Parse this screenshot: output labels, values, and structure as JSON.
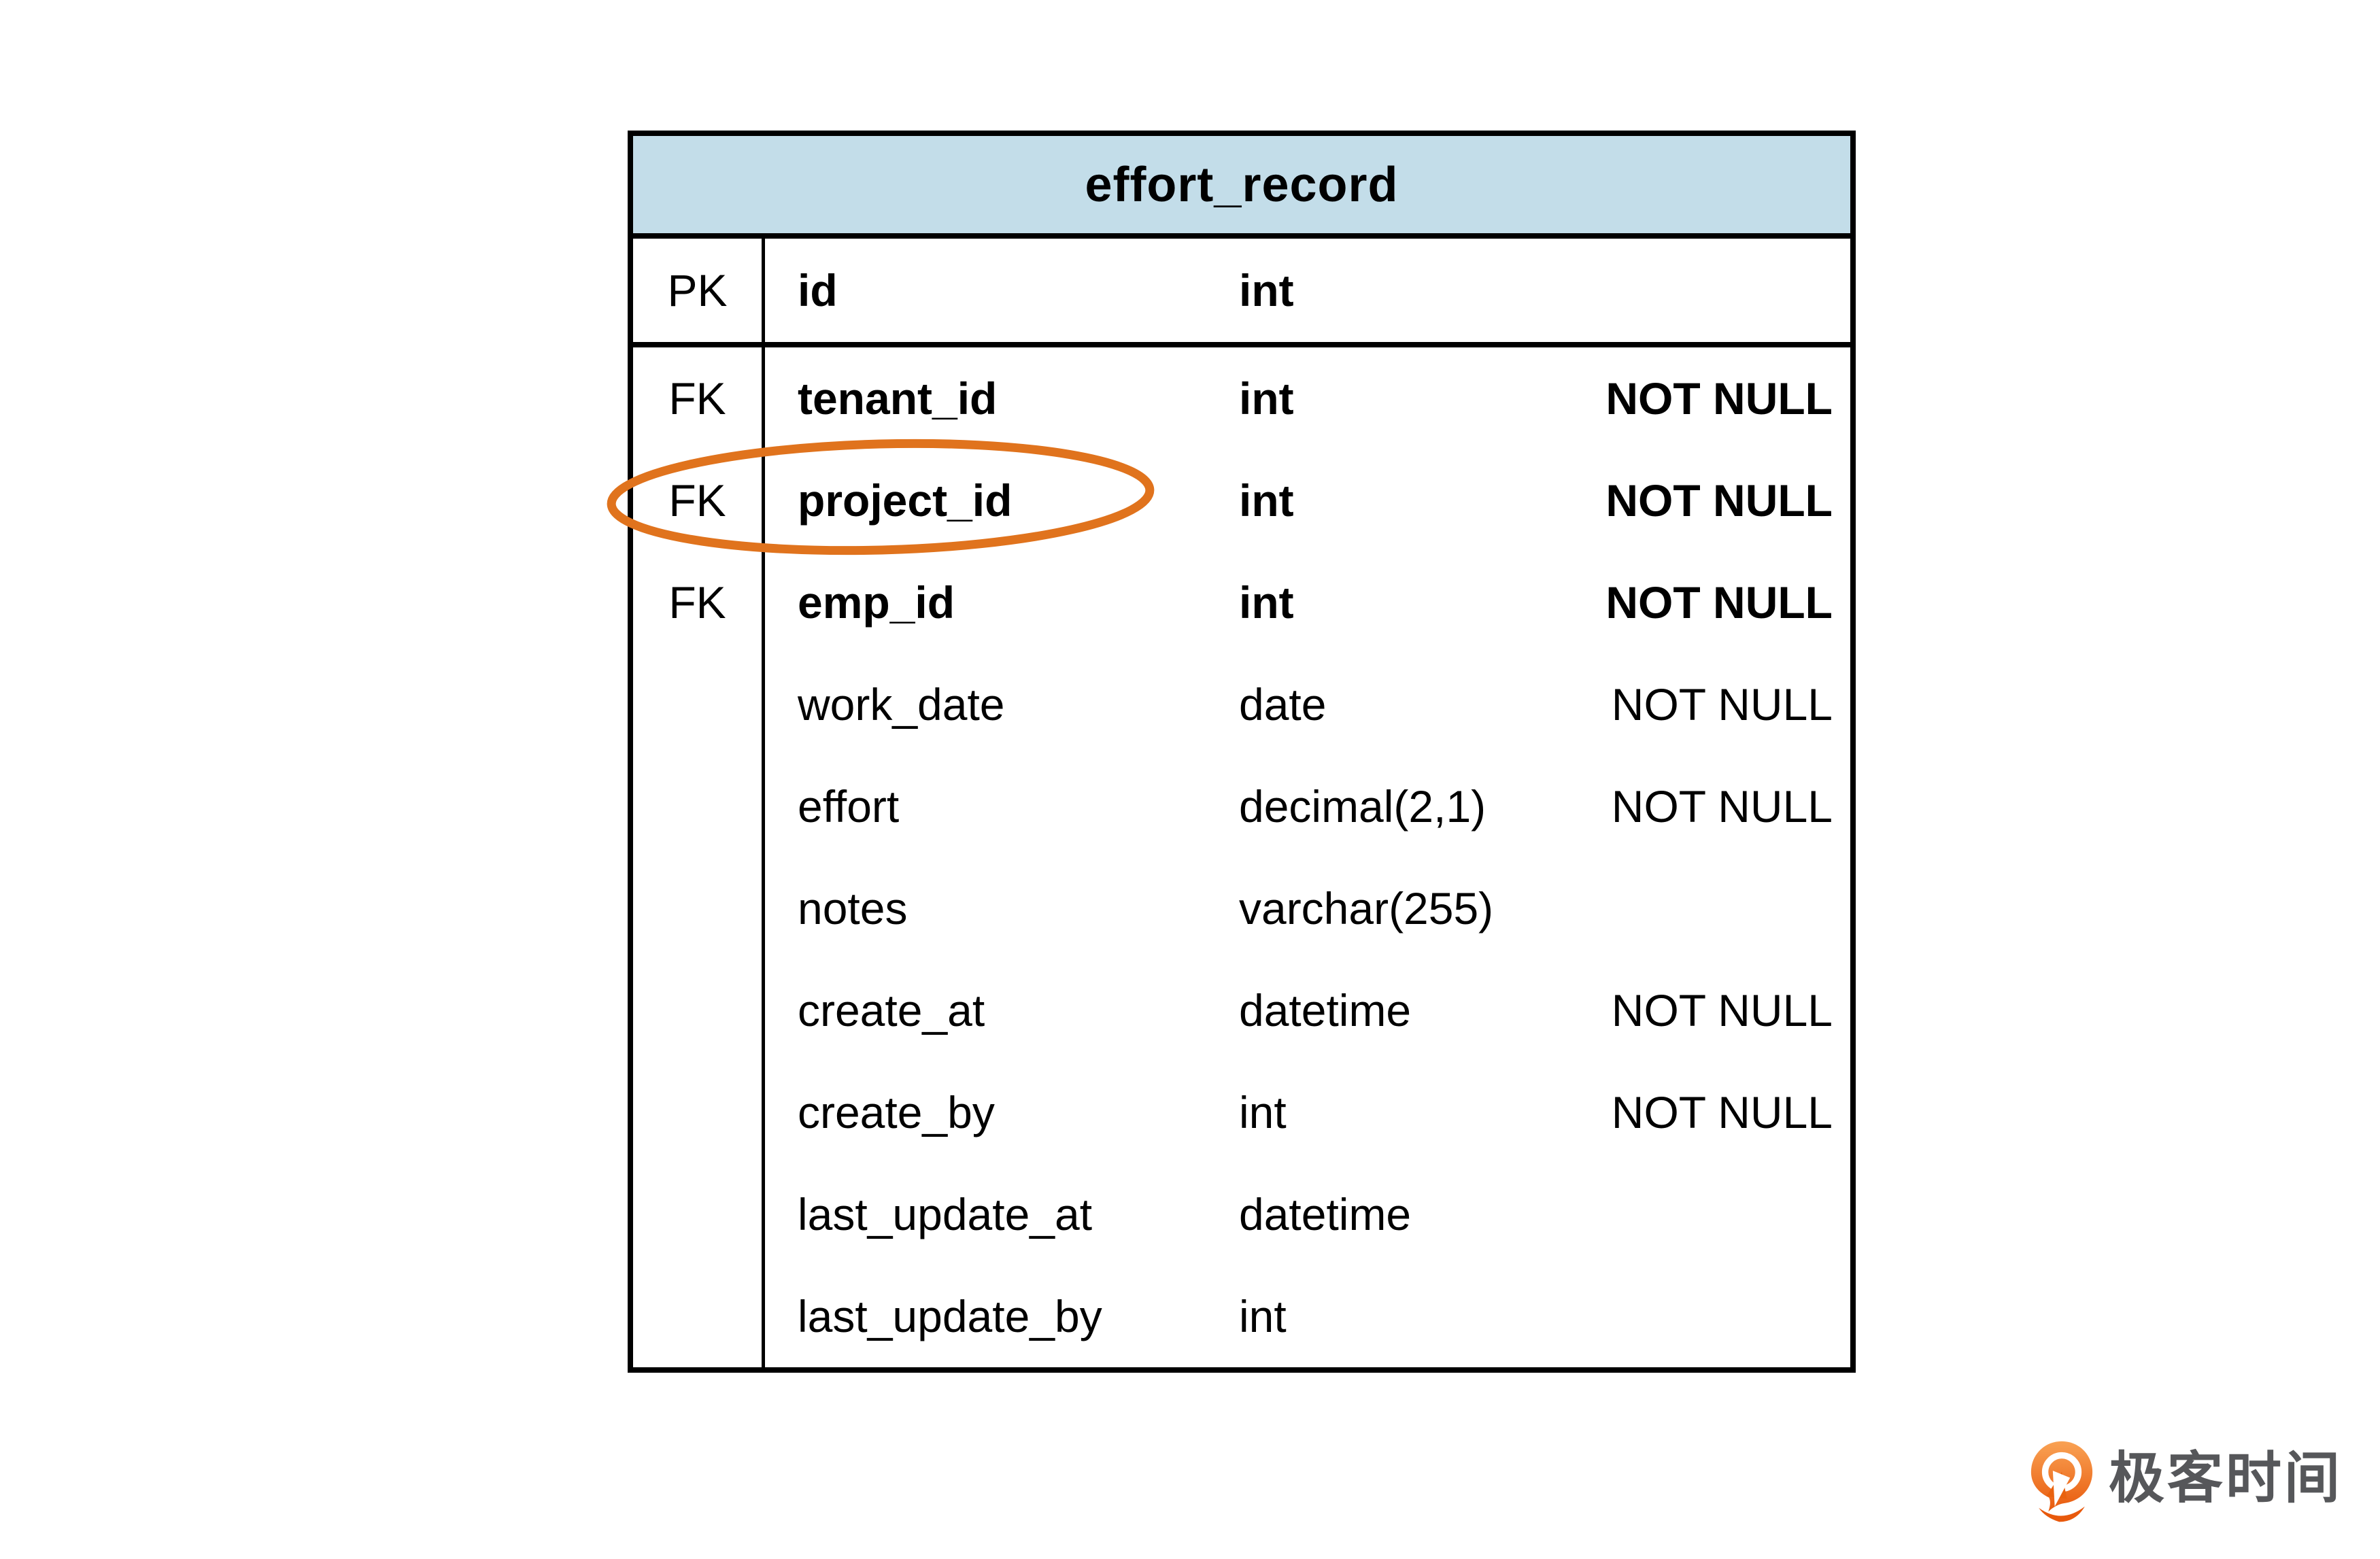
{
  "table": {
    "title": "effort_record",
    "rows": [
      {
        "key": "PK",
        "name": "id",
        "type": "int",
        "constraint": ""
      },
      {
        "key": "FK",
        "name": "tenant_id",
        "type": "int",
        "constraint": "NOT NULL"
      },
      {
        "key": "FK",
        "name": "project_id",
        "type": "int",
        "constraint": "NOT NULL"
      },
      {
        "key": "FK",
        "name": "emp_id",
        "type": "int",
        "constraint": "NOT NULL"
      },
      {
        "key": "",
        "name": "work_date",
        "type": "date",
        "constraint": "NOT NULL"
      },
      {
        "key": "",
        "name": "effort",
        "type": "decimal(2,1)",
        "constraint": "NOT NULL"
      },
      {
        "key": "",
        "name": "notes",
        "type": "varchar(255)",
        "constraint": ""
      },
      {
        "key": "",
        "name": "create_at",
        "type": "datetime",
        "constraint": "NOT NULL"
      },
      {
        "key": "",
        "name": "create_by",
        "type": "int",
        "constraint": "NOT NULL"
      },
      {
        "key": "",
        "name": "last_update_at",
        "type": "datetime",
        "constraint": ""
      },
      {
        "key": "",
        "name": "last_update_by",
        "type": "int",
        "constraint": ""
      }
    ]
  },
  "annotation": {
    "shape": "ellipse",
    "target": "project_id row",
    "color": "#e0731d"
  },
  "colors": {
    "header_bg": "#c3dde9",
    "border": "#000000",
    "annotation_orange": "#e0731d",
    "logo_orange_light": "#f9a254",
    "logo_orange_dark": "#e8590c",
    "logo_text_gray": "#56575a"
  },
  "footer": {
    "logo_text": "极客时间"
  }
}
